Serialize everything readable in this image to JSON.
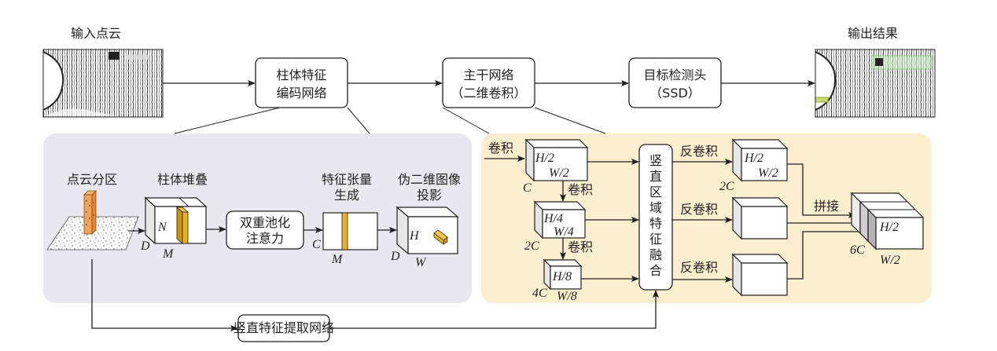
{
  "title_input": "输入点云",
  "title_output": "输出结果",
  "pipeline": {
    "pillar_encoder": [
      "柱体特征",
      "编码网络"
    ],
    "backbone": [
      "主干网络",
      "（二维卷积）"
    ],
    "detection_head": [
      "目标检测头",
      "（SSD）"
    ]
  },
  "encoder_panel": {
    "color": "#e9e7f0",
    "partition_label": "点云分区",
    "stacking_label": "柱体堆叠",
    "stack_dims": {
      "n": "N",
      "d": "D",
      "m": "M"
    },
    "attention_box": [
      "双重池化",
      "注意力"
    ],
    "tensor_label": [
      "特征张量",
      "生成"
    ],
    "tensor_dims": {
      "c": "C",
      "m": "M"
    },
    "projection_label": [
      "伪二维图像",
      "投影"
    ],
    "projection_dims": {
      "h": "H",
      "d": "D",
      "w": "W"
    },
    "pillar_color": "#f0a35a",
    "feature_color": "#e8b21e"
  },
  "backbone_panel": {
    "color": "#fbefcf",
    "input_label": "卷积",
    "down_blocks": [
      {
        "h": "H/2",
        "w": "W/2",
        "c": "C"
      },
      {
        "h": "H/4",
        "w": "W/4",
        "c": "2C"
      },
      {
        "h": "H/8",
        "w": "W/8",
        "c": "4C"
      }
    ],
    "down_conv_label": "卷积",
    "fusion_box": "竖直区域特征融合",
    "deconv_label": "反卷积",
    "up_block": {
      "h": "H/2",
      "w": "W/2",
      "c": "2C"
    },
    "concat_label": "拼接",
    "output_block": {
      "h": "H/2",
      "w": "W/2",
      "c": "6C"
    }
  },
  "vertical_network": "竖直特征提取网络"
}
